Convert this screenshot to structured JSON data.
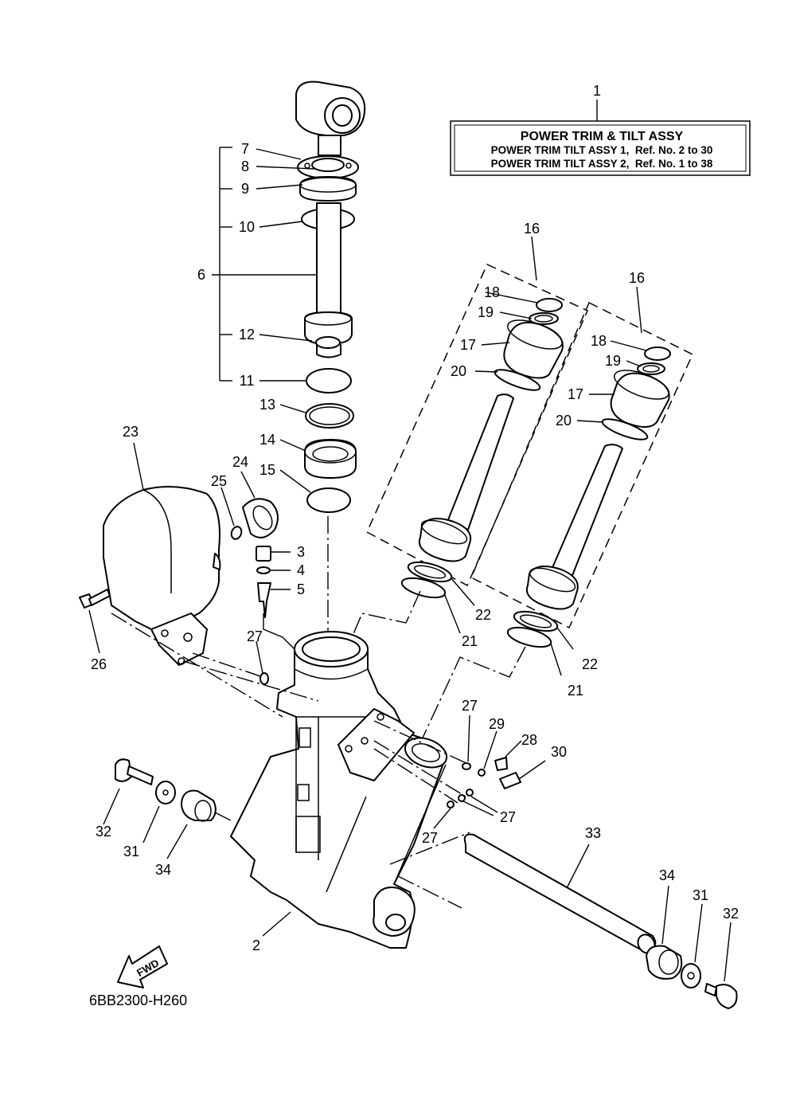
{
  "title_box": {
    "ref": "1",
    "heading": "POWER TRIM & TILT ASSY",
    "line1": "POWER TRIM TILT ASSY 1,  Ref. No. 2 to 30",
    "line2": "POWER TRIM TILT ASSY 2,  Ref. No. 1 to 38"
  },
  "fwd_label": "FWD",
  "drawing_code": "6BB2300-H260",
  "callouts": {
    "c2": "2",
    "c3": "3",
    "c4": "4",
    "c5": "5",
    "c6": "6",
    "c7": "7",
    "c8": "8",
    "c9": "9",
    "c10": "10",
    "c11": "11",
    "c12": "12",
    "c13": "13",
    "c14": "14",
    "c15": "15",
    "c16a": "16",
    "c16b": "16",
    "c17a": "17",
    "c17b": "17",
    "c18a": "18",
    "c18b": "18",
    "c19a": "19",
    "c19b": "19",
    "c20a": "20",
    "c20b": "20",
    "c21a": "21",
    "c21b": "21",
    "c22a": "22",
    "c22b": "22",
    "c23": "23",
    "c24": "24",
    "c25": "25",
    "c26": "26",
    "c27a": "27",
    "c27b": "27",
    "c27c": "27",
    "c27d": "27",
    "c28": "28",
    "c29": "29",
    "c30": "30",
    "c31a": "31",
    "c31b": "31",
    "c32a": "32",
    "c32b": "32",
    "c33": "33",
    "c34a": "34",
    "c34b": "34"
  }
}
